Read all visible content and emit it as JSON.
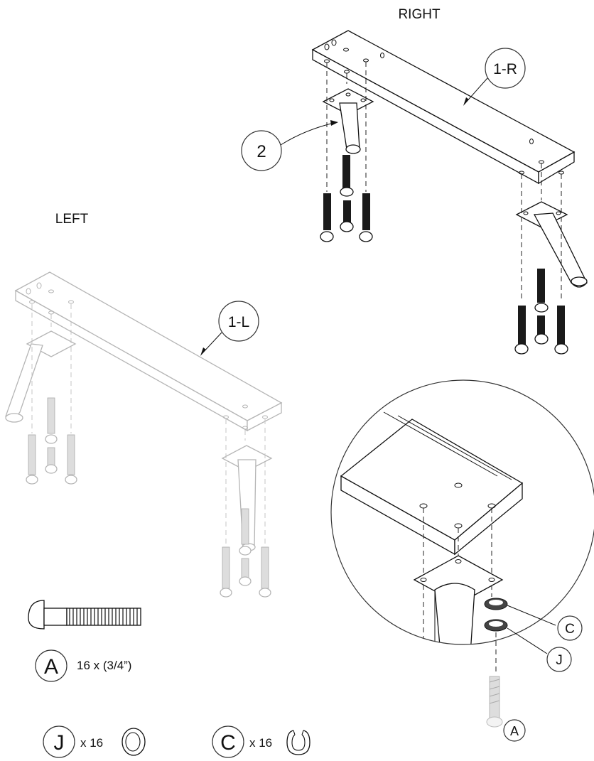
{
  "labels": {
    "right": "RIGHT",
    "left": "LEFT"
  },
  "callouts": {
    "rail_right": "1-R",
    "rail_left": "1-L",
    "leg": "2",
    "spring_washer": "C",
    "flat_washer": "J",
    "bolt": "A"
  },
  "parts_list": [
    {
      "letter": "A",
      "quantity": "16 x (3/4”)",
      "icon": "carriage-bolt-icon"
    },
    {
      "letter": "J",
      "quantity": "x 16",
      "icon": "flat-washer-icon"
    },
    {
      "letter": "C",
      "quantity": "x 16",
      "icon": "split-lock-washer-icon"
    }
  ],
  "colors": {
    "line": "#111111",
    "faint_line": "#b5b5b5",
    "background": "#ffffff"
  }
}
